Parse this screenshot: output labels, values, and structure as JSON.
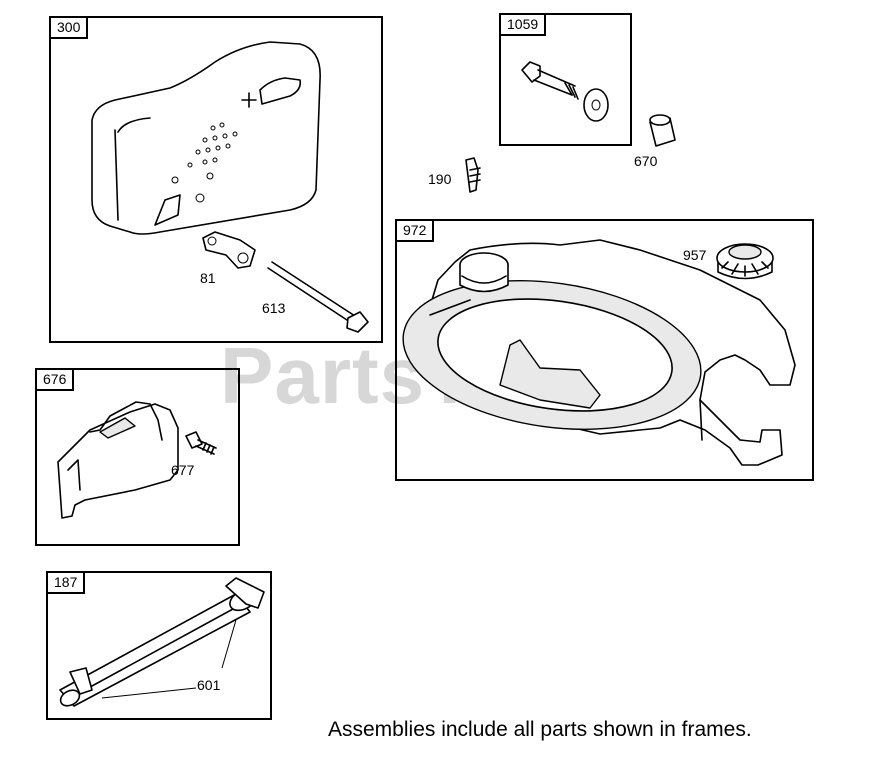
{
  "watermark": "PartsTree",
  "frames": {
    "muffler": {
      "tag": "300"
    },
    "bolt_kit": {
      "tag": "1059"
    },
    "fuel_tank": {
      "tag": "972"
    },
    "guard": {
      "tag": "676"
    },
    "fuel_line": {
      "tag": "187"
    }
  },
  "callouts": {
    "c81": "81",
    "c613": "613",
    "c190": "190",
    "c670": "670",
    "c957": "957",
    "c677": "677",
    "c601": "601"
  },
  "footnote": "Assemblies include all parts shown in frames."
}
